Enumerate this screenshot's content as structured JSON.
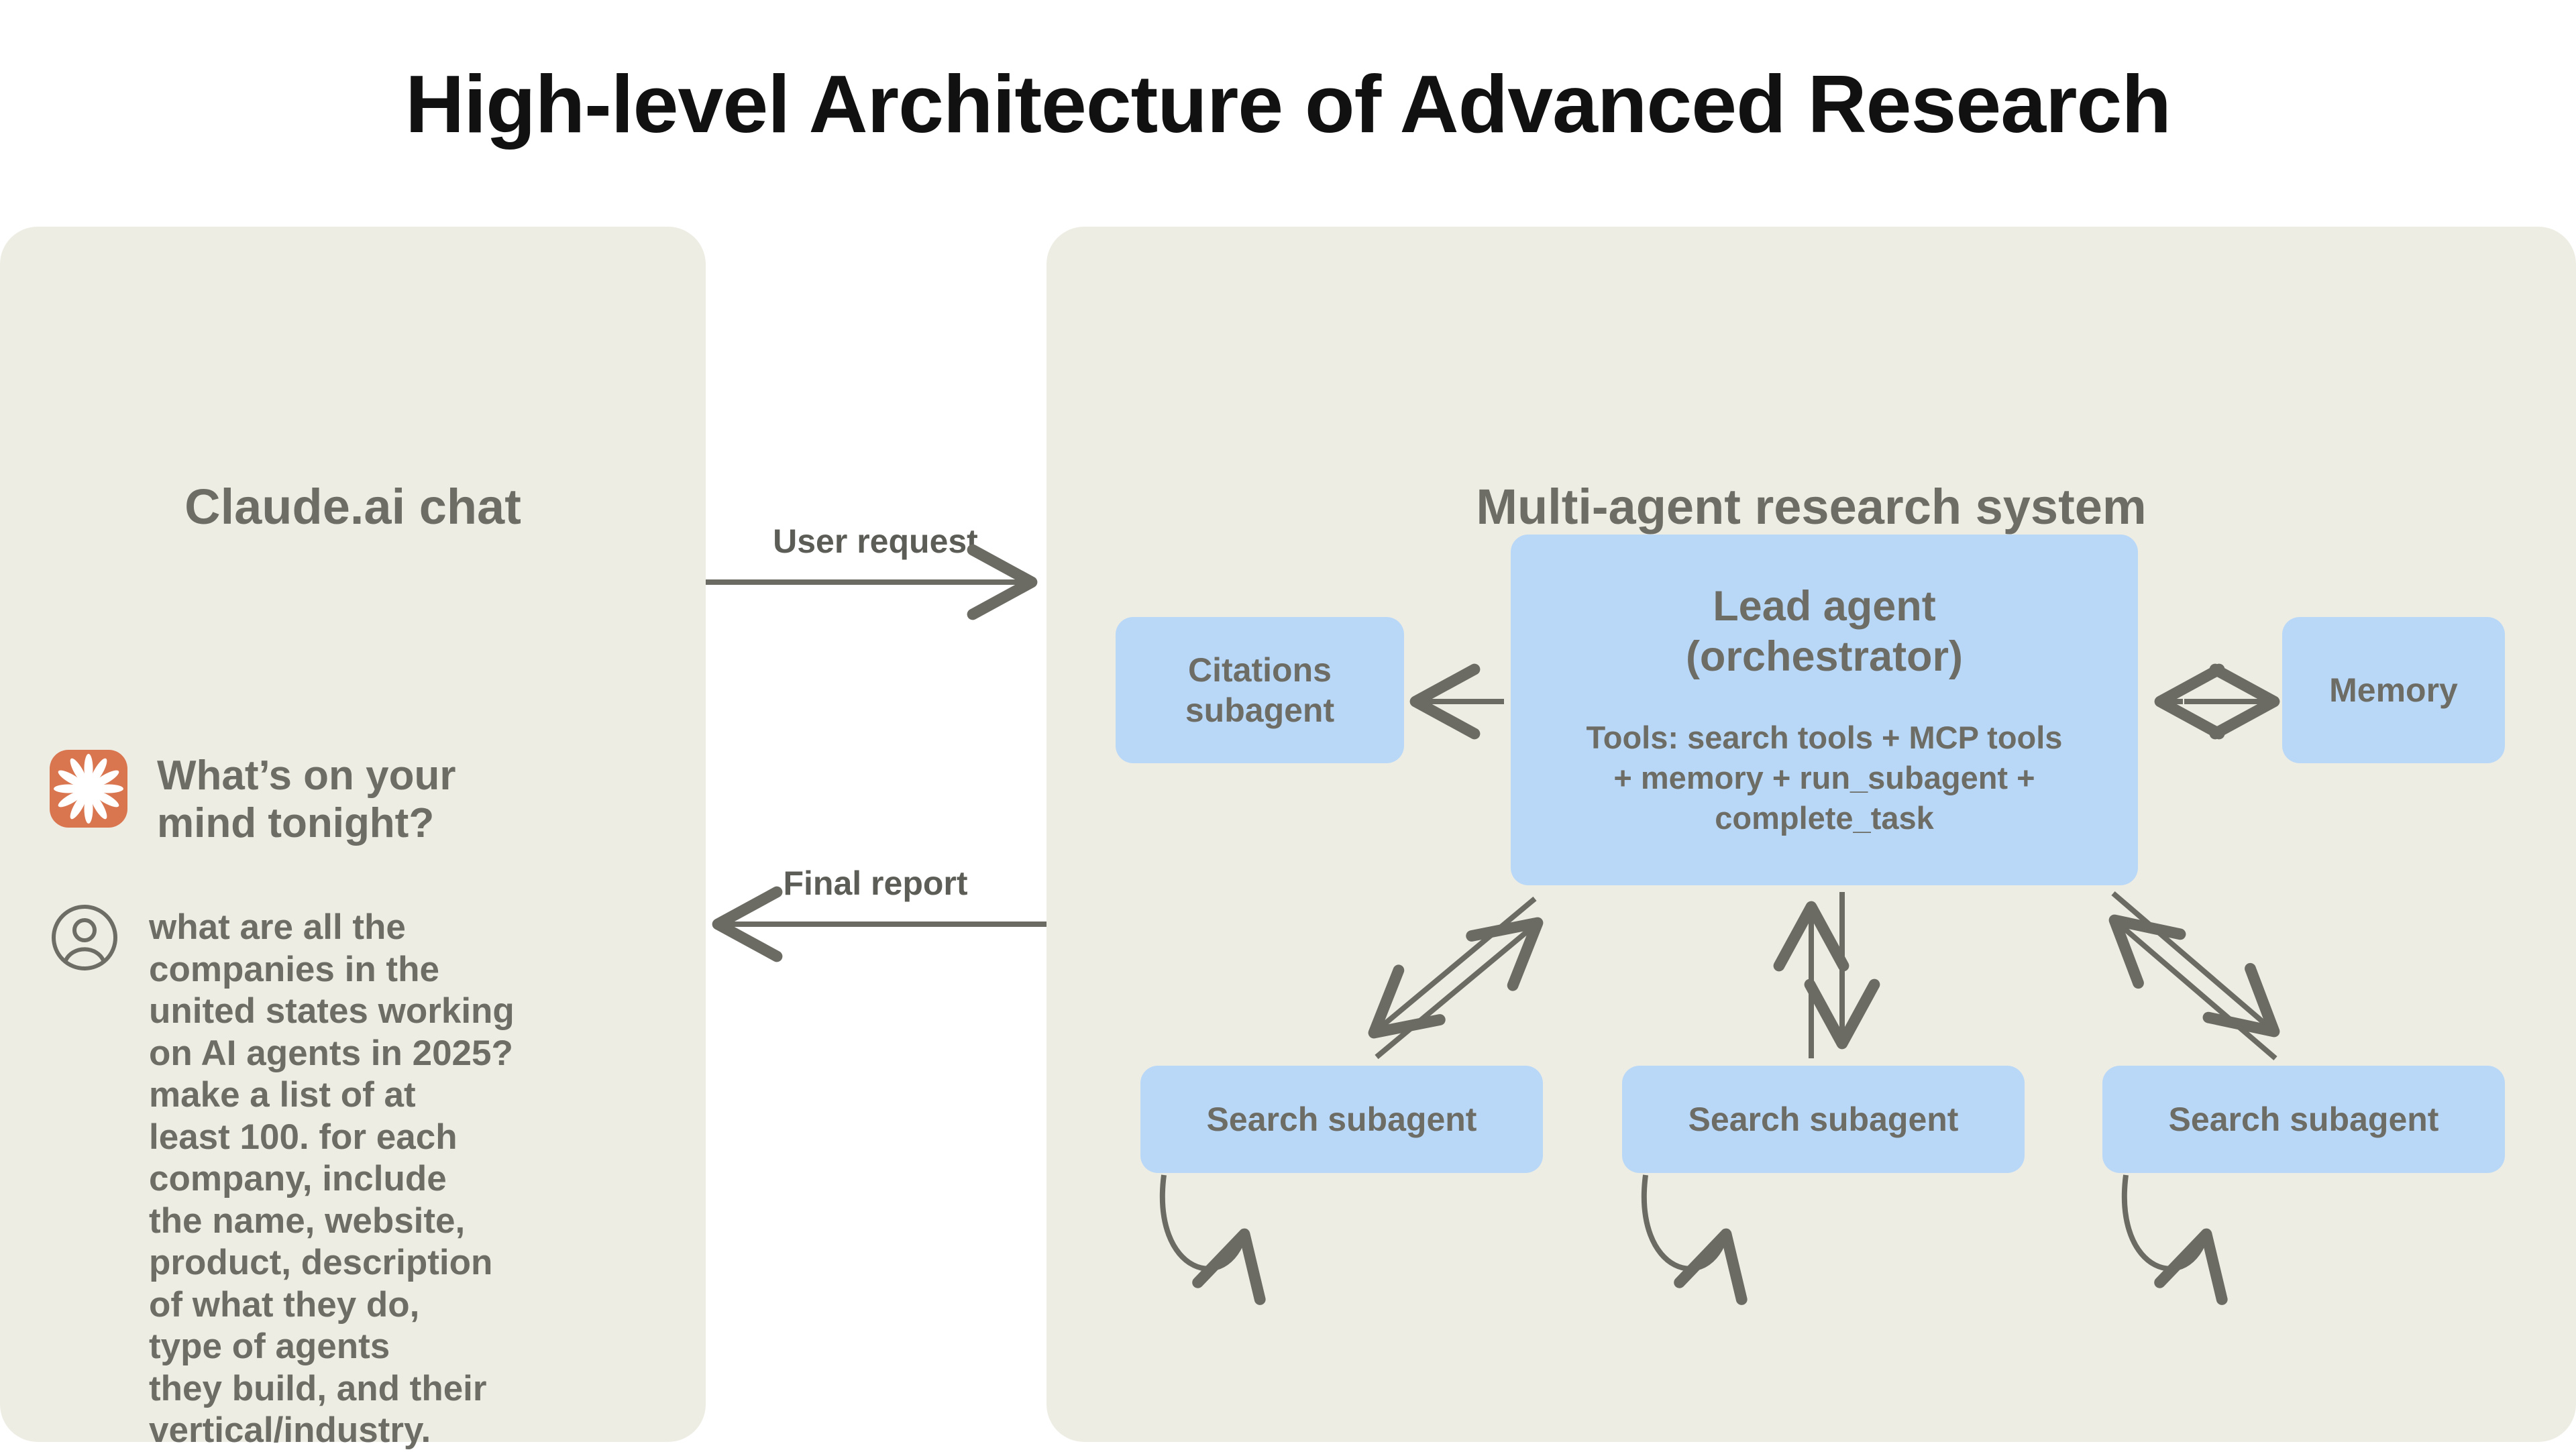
{
  "page": {
    "title": "High-level Architecture of Advanced Research",
    "background_color": "#ffffff"
  },
  "colors": {
    "panel_background": "#eeede4",
    "node_fill": "#b9d8f7",
    "text_muted": "#6d6d66",
    "title_color": "#111111",
    "connector_stroke": "#6b6b63",
    "claude_logo_background": "#d9754f",
    "claude_logo_glyph": "#ffffff"
  },
  "chat_panel": {
    "title": "Claude.ai chat",
    "assistant_greeting": "What’s on your mind tonight?",
    "logo_icon": "claude-starburst-icon",
    "user_avatar_icon": "user-circle-icon",
    "user_prompt": "what are all the\ncompanies in the\nunited states working\non AI agents in 2025?\nmake a list of at\nleast 100. for each\ncompany, include\nthe name, website,\nproduct, description\nof what they do,\ntype of agents\nthey build, and their\nvertical/industry."
  },
  "flows": {
    "user_request_label": "User request",
    "final_report_label": "Final report"
  },
  "system_panel": {
    "title": "Multi-agent research system",
    "lead_agent": {
      "title": "Lead agent\n(orchestrator)",
      "tools": "Tools: search tools + MCP tools\n+ memory + run_subagent +\ncomplete_task"
    },
    "citations_subagent": {
      "label": "Citations\nsubagent"
    },
    "memory": {
      "label": "Memory"
    },
    "search_subagents": [
      {
        "label": "Search subagent"
      },
      {
        "label": "Search subagent"
      },
      {
        "label": "Search subagent"
      }
    ]
  },
  "chart_data": {
    "type": "diagram",
    "title": "High-level Architecture of Advanced Research",
    "nodes": [
      {
        "id": "chat_panel",
        "label": "Claude.ai chat",
        "kind": "container"
      },
      {
        "id": "system_panel",
        "label": "Multi-agent research system",
        "kind": "container"
      },
      {
        "id": "lead_agent",
        "label": "Lead agent (orchestrator)",
        "kind": "process"
      },
      {
        "id": "citations_subagent",
        "label": "Citations subagent",
        "kind": "process"
      },
      {
        "id": "memory",
        "label": "Memory",
        "kind": "store"
      },
      {
        "id": "search_subagent_1",
        "label": "Search subagent",
        "kind": "process"
      },
      {
        "id": "search_subagent_2",
        "label": "Search subagent",
        "kind": "process"
      },
      {
        "id": "search_subagent_3",
        "label": "Search subagent",
        "kind": "process"
      }
    ],
    "edges": [
      {
        "from": "chat_panel",
        "to": "lead_agent",
        "label": "User request",
        "direction": "forward"
      },
      {
        "from": "lead_agent",
        "to": "chat_panel",
        "label": "Final report",
        "direction": "forward"
      },
      {
        "from": "lead_agent",
        "to": "citations_subagent",
        "label": "",
        "direction": "forward"
      },
      {
        "from": "lead_agent",
        "to": "memory",
        "label": "",
        "direction": "bidirectional"
      },
      {
        "from": "lead_agent",
        "to": "search_subagent_1",
        "label": "",
        "direction": "bidirectional"
      },
      {
        "from": "lead_agent",
        "to": "search_subagent_2",
        "label": "",
        "direction": "bidirectional"
      },
      {
        "from": "lead_agent",
        "to": "search_subagent_3",
        "label": "",
        "direction": "bidirectional"
      },
      {
        "from": "search_subagent_1",
        "to": "search_subagent_1",
        "label": "",
        "direction": "self-loop"
      },
      {
        "from": "search_subagent_2",
        "to": "search_subagent_2",
        "label": "",
        "direction": "self-loop"
      },
      {
        "from": "search_subagent_3",
        "to": "search_subagent_3",
        "label": "",
        "direction": "self-loop"
      }
    ]
  }
}
